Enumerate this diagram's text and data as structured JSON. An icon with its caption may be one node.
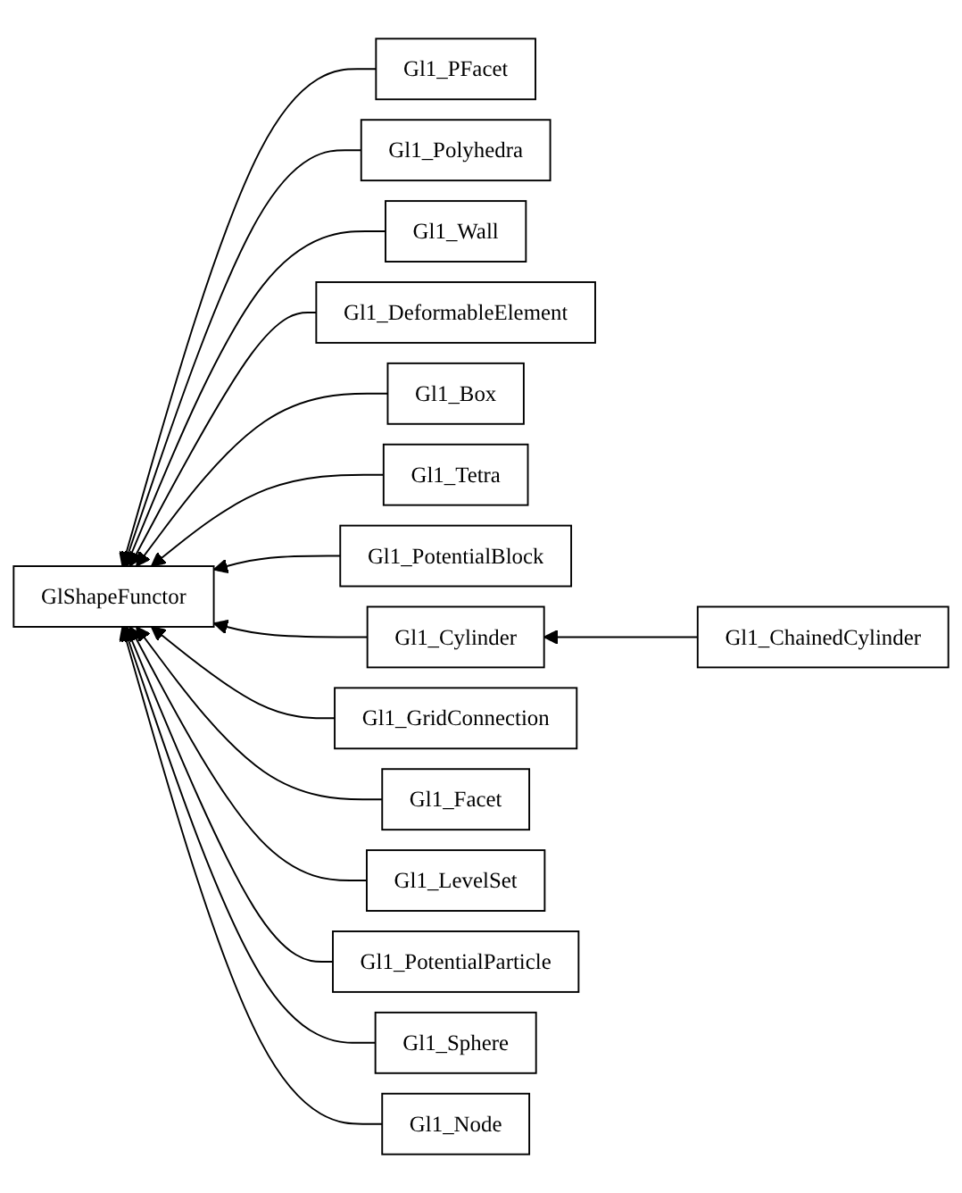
{
  "diagram": {
    "nodes": [
      {
        "text": [
          "Gl1_PFacet"
        ]
      },
      {
        "text": [
          "Gl1_Polyhedra"
        ]
      },
      {
        "text": [
          "Gl1_Wall"
        ]
      },
      {
        "text": [
          "Gl1_DeformableElement"
        ]
      },
      {
        "text": [
          "Gl1_Box"
        ]
      },
      {
        "text": [
          "Gl1_Tetra"
        ]
      },
      {
        "text": [
          "Gl1_PotentialBlock"
        ]
      },
      {
        "text": [
          "GlShapeFunctor"
        ]
      },
      {
        "text": [
          "Gl1_Cylinder"
        ]
      },
      {
        "text": [
          "Gl1_ChainedCylinder"
        ]
      },
      {
        "text": [
          "Gl1_GridConnection"
        ]
      },
      {
        "text": [
          "Gl1_Facet"
        ]
      },
      {
        "text": [
          "Gl1_LevelSet"
        ]
      },
      {
        "text": [
          "Gl1_PotentialParticle"
        ]
      },
      {
        "text": [
          "Gl1_Sphere"
        ]
      },
      {
        "text": [
          "Gl1_Node"
        ]
      }
    ],
    "edges": [
      {
        "from": 0,
        "to": 7,
        "arrow": "to"
      },
      {
        "from": 1,
        "to": 7,
        "arrow": "to"
      },
      {
        "from": 2,
        "to": 7,
        "arrow": "to"
      },
      {
        "from": 3,
        "to": 7,
        "arrow": "to"
      },
      {
        "from": 4,
        "to": 7,
        "arrow": "to"
      },
      {
        "from": 5,
        "to": 7,
        "arrow": "to"
      },
      {
        "from": 6,
        "to": 7,
        "arrow": "to"
      },
      {
        "from": 8,
        "to": 7,
        "arrow": "to"
      },
      {
        "from": 9,
        "to": 8,
        "arrow": "to"
      },
      {
        "from": 10,
        "to": 7,
        "arrow": "to"
      },
      {
        "from": 11,
        "to": 7,
        "arrow": "to"
      },
      {
        "from": 12,
        "to": 7,
        "arrow": "to"
      },
      {
        "from": 13,
        "to": 7,
        "arrow": "to"
      },
      {
        "from": 14,
        "to": 7,
        "arrow": "to"
      },
      {
        "from": 15,
        "to": 7,
        "arrow": "to"
      }
    ]
  }
}
